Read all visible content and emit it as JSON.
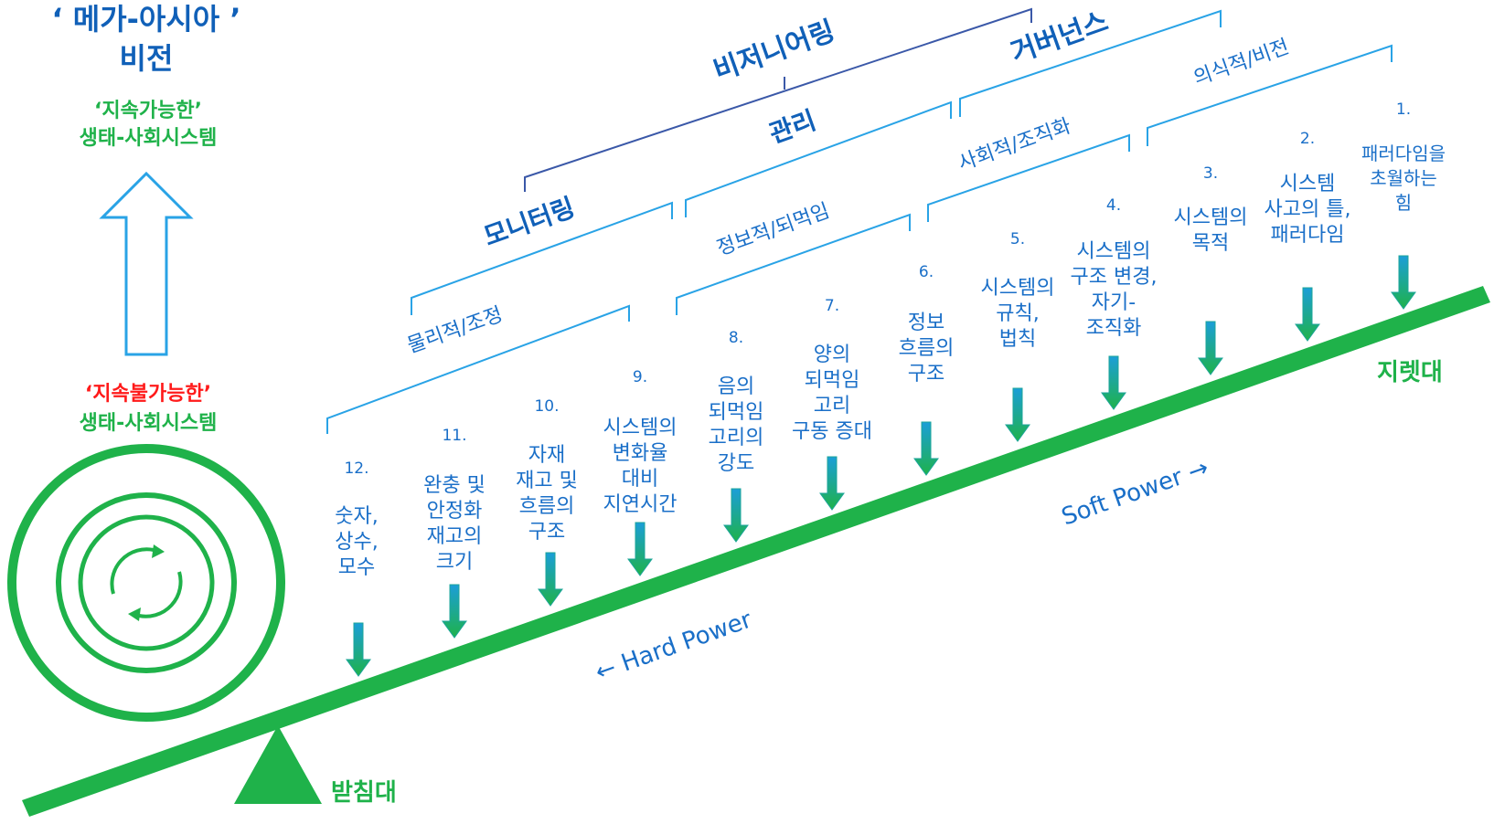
{
  "header": {
    "vision_line1": "‘ 메가-아시아 ’",
    "vision_line2": "비전",
    "sustainable_line1": "‘지속가능한’",
    "sustainable_line2": "생태-사회시스템",
    "unsustainable_line1": "‘지속불가능한’",
    "unsustainable_line2": "생태-사회시스템"
  },
  "lever": {
    "lever_label": "지렛대",
    "fulcrum_label": "받침대"
  },
  "power": {
    "hard": "← Hard Power",
    "soft": "Soft Power →"
  },
  "top_groups": {
    "envisioning": "비저니어링",
    "governance": "거버넌스"
  },
  "mid_groups": {
    "monitoring": "모니터링",
    "management": "관리",
    "social": "사회적/조직화",
    "conscious": "의식적/비전"
  },
  "low_groups": {
    "physical": "물리적/조정",
    "informational": "정보적/되먹임"
  },
  "points": [
    {
      "num": "1.",
      "lines": [
        "패러다임을",
        "초월하는",
        "힘"
      ]
    },
    {
      "num": "2.",
      "lines": [
        "시스템",
        "사고의 틀,",
        "패러다임"
      ]
    },
    {
      "num": "3.",
      "lines": [
        "시스템의",
        "목적"
      ]
    },
    {
      "num": "4.",
      "lines": [
        "시스템의",
        "구조 변경,",
        "자기-",
        "조직화"
      ]
    },
    {
      "num": "5.",
      "lines": [
        "시스템의",
        "규칙,",
        "법칙"
      ]
    },
    {
      "num": "6.",
      "lines": [
        "정보",
        "흐름의",
        "구조"
      ]
    },
    {
      "num": "7.",
      "lines": [
        "양의",
        "되먹임",
        "고리",
        "구동 증대"
      ]
    },
    {
      "num": "8.",
      "lines": [
        "음의",
        "되먹임",
        "고리의",
        "강도"
      ]
    },
    {
      "num": "9.",
      "lines": [
        "시스템의",
        "변화율",
        "대비",
        "지연시간"
      ]
    },
    {
      "num": "10.",
      "lines": [
        "자재",
        "재고 및",
        "흐름의",
        "구조"
      ]
    },
    {
      "num": "11.",
      "lines": [
        "완충 및",
        "안정화",
        "재고의",
        "크기"
      ]
    },
    {
      "num": "12.",
      "lines": [
        "숫자,",
        "상수,",
        "모수"
      ]
    }
  ],
  "colors": {
    "blue_text": "#1a6fc8",
    "bracket": "#29a3e6",
    "green": "#1fb24a",
    "red": "#ff1a1a",
    "teal_arrow": "#1ca59a"
  }
}
